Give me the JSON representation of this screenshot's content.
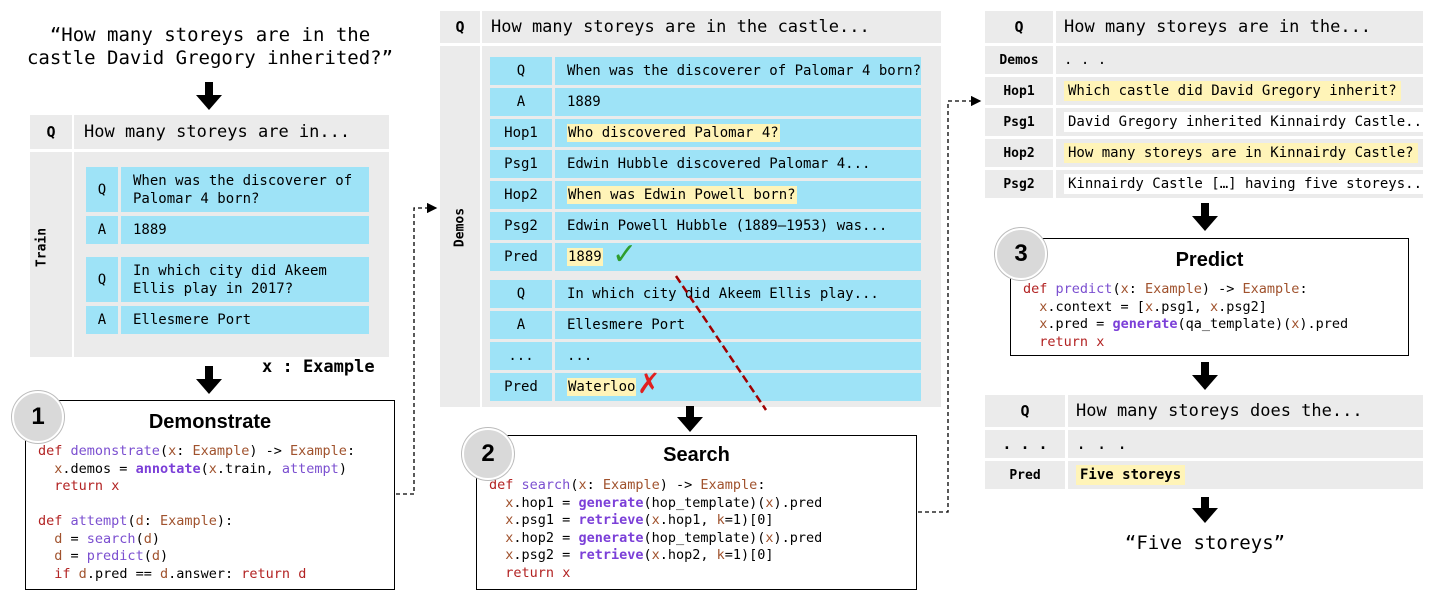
{
  "question_quote": "“How many storeys are in the castle David Gregory inherited?”",
  "left": {
    "q_label": "Q",
    "q_text": "How many storeys are in...",
    "train_label": "Train",
    "examples": [
      {
        "q_label": "Q",
        "q_text": "When was the discoverer of Palomar 4 born?",
        "a_label": "A",
        "a_text": "1889"
      },
      {
        "q_label": "Q",
        "q_text": "In which city did Akeem Ellis play in 2017?",
        "a_label": "A",
        "a_text": "Ellesmere Port"
      }
    ],
    "x_example": "x : Example"
  },
  "demonstrate": {
    "step": "1",
    "title": "Demonstrate"
  },
  "middle": {
    "q_label": "Q",
    "q_text": "How many storeys are in the castle...",
    "demos_label": "Demos",
    "demo1": [
      {
        "label": "Q",
        "text": "When was the discoverer of Palomar 4 born?",
        "hl": false
      },
      {
        "label": "A",
        "text": "1889",
        "hl": false
      },
      {
        "label": "Hop1",
        "text": "Who discovered Palomar 4?",
        "hl": true
      },
      {
        "label": "Psg1",
        "text": "Edwin Hubble discovered Palomar 4...",
        "hl": false
      },
      {
        "label": "Hop2",
        "text": "When was Edwin Powell born?",
        "hl": true
      },
      {
        "label": "Psg2",
        "text": "Edwin Powell Hubble (1889–1953) was...",
        "hl": false
      },
      {
        "label": "Pred",
        "text": "1889",
        "hl": true
      }
    ],
    "demo2": [
      {
        "label": "Q",
        "text": "In which city did Akeem Ellis play...",
        "hl": false
      },
      {
        "label": "A",
        "text": "Ellesmere Port",
        "hl": false
      },
      {
        "label": "...",
        "text": "...",
        "hl": false
      },
      {
        "label": "Pred",
        "text": "Waterloo",
        "hl": true
      }
    ],
    "check_mark": "✓",
    "cross_mark": "✗"
  },
  "search": {
    "step": "2",
    "title": "Search"
  },
  "right": {
    "rows": [
      {
        "label": "Q",
        "text": "How many storeys are in the...",
        "style": "big"
      },
      {
        "label": "Demos",
        "text": ". . .",
        "style": "plain"
      },
      {
        "label": "Hop1",
        "text": "Which castle did David Gregory inherit?",
        "style": "hl"
      },
      {
        "label": "Psg1",
        "text": "David Gregory inherited Kinnairdy Castle...",
        "style": "white"
      },
      {
        "label": "Hop2",
        "text": "How many storeys are in Kinnairdy Castle?",
        "style": "hl"
      },
      {
        "label": "Psg2",
        "text": "Kinnairdy Castle […] having five storeys...",
        "style": "white"
      }
    ],
    "bottom_rows": [
      {
        "label": "Q",
        "text": "How many storeys does the...",
        "style": "big"
      },
      {
        "label": ". . .",
        "text": ". . .",
        "style": "big"
      },
      {
        "label": "Pred",
        "text": "Five storeys",
        "style": "hl"
      }
    ],
    "answer_quote": "“Five storeys”"
  },
  "predict": {
    "step": "3",
    "title": "Predict"
  },
  "colors": {
    "cyan": "#9ee3f7",
    "gray": "#ebebeb",
    "highlight": "#fff4b8",
    "check": "#2e9d2e",
    "cross": "#e02020",
    "dashed_red": "#a00000"
  }
}
